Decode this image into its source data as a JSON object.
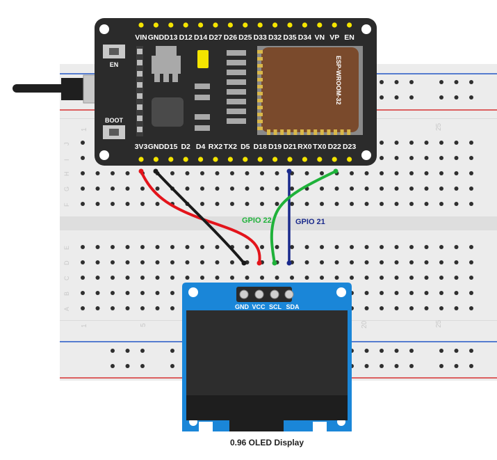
{
  "board": {
    "top_pins": [
      "VIN",
      "GND",
      "D13",
      "D12",
      "D14",
      "D27",
      "D26",
      "D25",
      "D33",
      "D32",
      "D35",
      "D34",
      "VN",
      "VP",
      "EN"
    ],
    "bottom_pins": [
      "3V3",
      "GND",
      "D15",
      "D2",
      "D4",
      "RX2",
      "TX2",
      "D5",
      "D18",
      "D19",
      "D21",
      "RX0",
      "TX0",
      "D22",
      "D23"
    ],
    "en_label": "EN",
    "boot_label": "BOOT",
    "module_label": "ESP-WROOM-32"
  },
  "breadboard": {
    "row_letters_top": [
      "J",
      "I",
      "H",
      "G",
      "F"
    ],
    "row_letters_bottom": [
      "E",
      "D",
      "C",
      "B",
      "A"
    ],
    "column_numbers": [
      "1",
      "5",
      "20",
      "25"
    ]
  },
  "wires": {
    "green_label": "GPIO 22",
    "blue_label": "GPIO 21"
  },
  "oled": {
    "pins": [
      "GND",
      "VCC",
      "SCL",
      "SDA"
    ],
    "caption": "0.96 OLED Display"
  },
  "colors": {
    "board": "#2b2b2b",
    "breadboard": "#ececec",
    "oled_pcb": "#1a86d8",
    "red_wire": "#e3141b",
    "black_wire": "#1a1a1a",
    "green_wire": "#1fb23a",
    "blue_wire": "#1a2a8c",
    "pin_yellow": "#f4e400"
  }
}
